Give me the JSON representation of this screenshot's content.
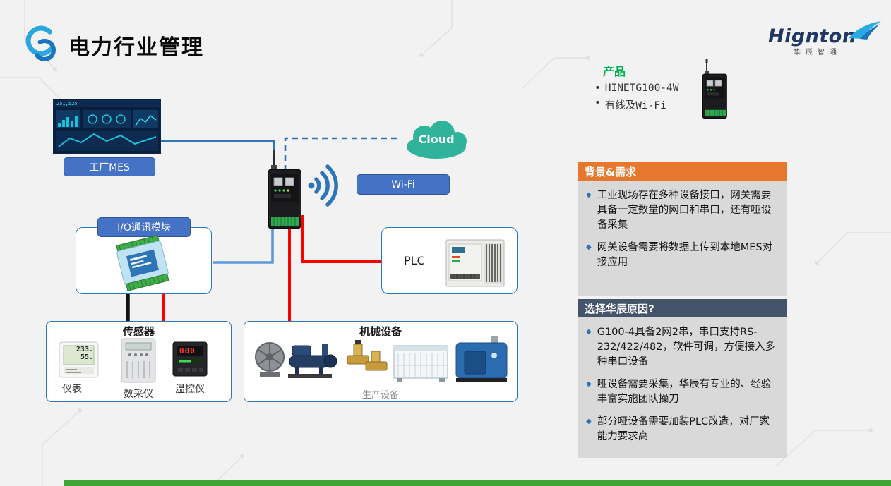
{
  "page": {
    "title": "电力行业管理"
  },
  "brand": {
    "name": "Hignton",
    "subtitle": "华辰智通"
  },
  "product": {
    "heading": "产品",
    "items": [
      "HINETG100-4W",
      "有线及Wi-Fi"
    ]
  },
  "diagram": {
    "mes_screen_metric": "251,525",
    "mes_label": "工厂MES",
    "cloud_label": "Cloud",
    "wifi_label": "Wi-Fi",
    "io_label": "I/O通讯模块",
    "plc_label": "PLC",
    "sensors": {
      "title": "传感器",
      "items": [
        "仪表",
        "数采仪",
        "温控仪"
      ],
      "meter_display": {
        "top": "233.",
        "bottom": "55."
      },
      "temp_display": "000"
    },
    "machines": {
      "title": "机械设备",
      "caption": "生产设备"
    }
  },
  "panels": [
    {
      "title": "背景&需求",
      "bullets": [
        "工业现场存在多种设备接口，网关需要具备一定数量的网口和串口，还有哑设备采集",
        "网关设备需要将数据上传到本地MES对接应用"
      ]
    },
    {
      "title": "选择华辰原因?",
      "bullets": [
        "G100-4具备2网2串，串口支持RS-232/422/482，软件可调，方便接入多种串口设备",
        "哑设备需要采集，华辰有专业的、经验丰富实施团队操刀",
        "部分哑设备需要加装PLC改造，对厂家能力要求高"
      ]
    }
  ],
  "colors": {
    "panel1_header": "#E8772E",
    "panel2_header": "#44546A",
    "panel_body": "#D9D9D9",
    "button_blue": "#4472C4",
    "line_blue": "#2E75B6",
    "line_light_blue": "#5B9BD5",
    "line_red": "#FF0000",
    "cloud_teal": "#2FB39B",
    "product_heading_green": "#00B050",
    "footer_green": "#3FA535",
    "brand_navy": "#1F3763"
  }
}
